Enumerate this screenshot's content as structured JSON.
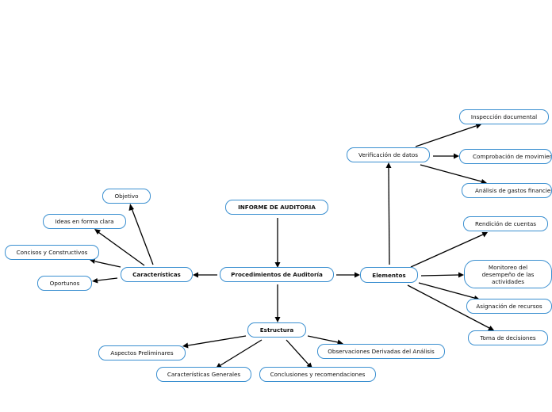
{
  "nodes": {
    "informe": "INFORME DE AUDITORIA",
    "procedimientos": "Procedimientos de Auditoría",
    "caracteristicas": "Características",
    "elementos": "Elementos",
    "estructura": "Estructura",
    "objetivo": "Objetivo",
    "ideas": "Ideas en forma clara",
    "concisos": "Concisos y Constructivos",
    "oportunos": "Oportunos",
    "verificacion": "Verificación de datos",
    "inspeccion": "Inspección documental",
    "comprobacion": "Comprobación de movimientos",
    "analisis_gastos": "Análisis de gastos financieros",
    "rendicion": "Rendición de cuentas",
    "monitoreo": "Monitoreo del desempeño de las actividades",
    "asignacion": "Asignación de recursos",
    "toma": "Toma de decisiones",
    "aspectos": "Aspectos Preliminares",
    "caracteristicas_generales": "Características Generales",
    "conclusiones": "Conclusiones y recomendaciones",
    "observaciones": "Observaciones Derivadas del Análisis"
  },
  "colors": {
    "node_border": "#3a8fd0",
    "arrow": "#000000",
    "background": "#ffffff"
  }
}
